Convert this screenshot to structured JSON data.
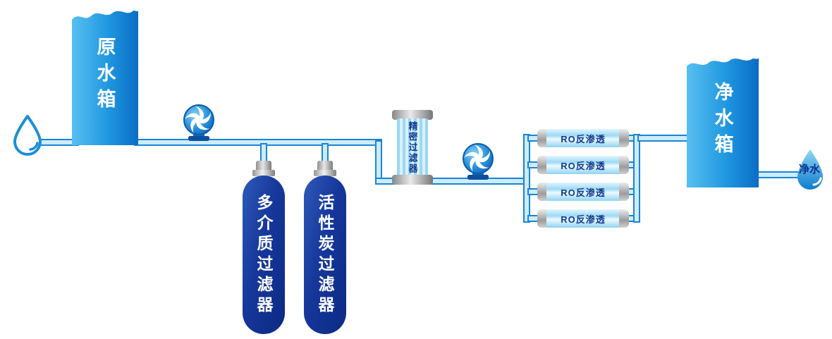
{
  "diagram": {
    "type": "water-treatment-process-flow",
    "flow_labels": {
      "raw_tank": "原水箱",
      "media_filter": "多介质过滤器",
      "carbon_filter": "活性炭过滤器",
      "precision_filter": "精密过滤器",
      "ro_units": [
        "RO反渗透",
        "RO反渗透",
        "RO反渗透",
        "RO反渗透"
      ],
      "clean_tank": "净水箱",
      "output_drop": "净水"
    },
    "colors": {
      "pipe_fill": "#cdecfa",
      "pipe_stroke": "#1b84d6",
      "tank_gradient_light": "#58bff1",
      "tank_gradient_dark": "#0a6dc4",
      "filter_body_navy": "#16379b",
      "vessel_body_blue": "#9bd9f5",
      "cap_gray": "#bdbdbd",
      "label_navy": "#113a8e",
      "label_white": "#ffffff"
    }
  }
}
